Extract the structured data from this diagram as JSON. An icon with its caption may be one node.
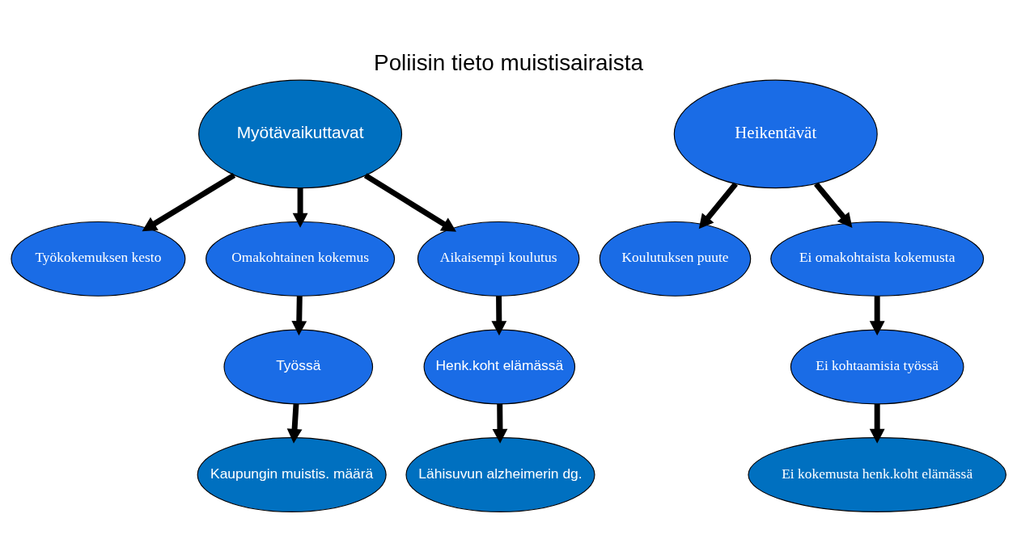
{
  "diagram": {
    "title": "Poliisin tieto muistisairaista",
    "nodes": [
      {
        "text": [
          "Myötävaikuttavat"
        ]
      },
      {
        "text": [
          "Työkokemuksen kesto"
        ]
      },
      {
        "text": [
          "Omakohtainen kokemus"
        ]
      },
      {
        "text": [
          "Aikaisempi koulutus"
        ]
      },
      {
        "text": [
          "Työssä"
        ]
      },
      {
        "text": [
          "Henk.koht elämässä"
        ]
      },
      {
        "text": [
          "Kaupungin muistis. määrä"
        ]
      },
      {
        "text": [
          "Lähisuvun alzheimerin dg."
        ]
      },
      {
        "text": [
          "Heikentävät"
        ]
      },
      {
        "text": [
          "Koulutuksen puute"
        ]
      },
      {
        "text": [
          "Ei omakohtaista kokemusta"
        ]
      },
      {
        "text": [
          "Ei kohtaamisia työssä"
        ]
      },
      {
        "text": [
          "Ei kokemusta henk.koht elämässä"
        ]
      }
    ],
    "edges": [
      {
        "from": 0,
        "to": 1,
        "arrow": "to"
      },
      {
        "from": 0,
        "to": 2,
        "arrow": "to"
      },
      {
        "from": 0,
        "to": 3,
        "arrow": "to"
      },
      {
        "from": 2,
        "to": 4,
        "arrow": "to"
      },
      {
        "from": 3,
        "to": 5,
        "arrow": "to"
      },
      {
        "from": 4,
        "to": 6,
        "arrow": "to"
      },
      {
        "from": 5,
        "to": 7,
        "arrow": "to"
      },
      {
        "from": 8,
        "to": 9,
        "arrow": "to"
      },
      {
        "from": 8,
        "to": 10,
        "arrow": "to"
      },
      {
        "from": 10,
        "to": 11,
        "arrow": "to"
      },
      {
        "from": 11,
        "to": 12,
        "arrow": "to"
      }
    ]
  }
}
